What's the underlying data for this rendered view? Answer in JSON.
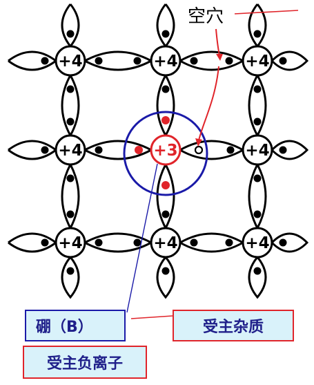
{
  "atoms": {
    "si_label": "+4",
    "b_label": "+3"
  },
  "labels": {
    "hole": "空穴",
    "boron": "硼（B）",
    "acceptor_impurity": "受主杂质",
    "acceptor_ion": "受主负离子"
  },
  "colors": {
    "ink": "#000000",
    "blue": "#1a1aa8",
    "red": "#e0242a",
    "box_fill": "#d9f2fa",
    "box_text": "#1f1f8a"
  },
  "icons": {
    "electron": "filled-dot",
    "hole": "open-circle"
  }
}
